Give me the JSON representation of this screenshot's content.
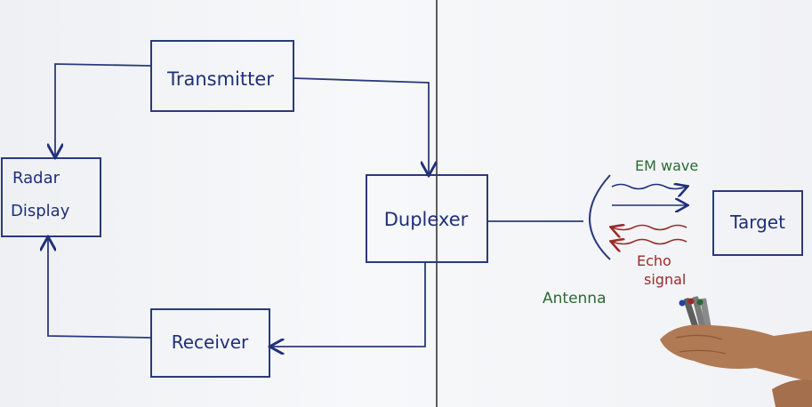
{
  "blocks": {
    "transmitter": "Transmitter",
    "radar_display_line1": "Radar",
    "radar_display_line2": "Display",
    "duplexer": "Duplexer",
    "receiver": "Receiver",
    "target": "Target"
  },
  "annotations": {
    "em_wave": "EM wave",
    "echo_line1": "Echo",
    "echo_line2": "signal",
    "antenna": "Antenna"
  },
  "colors": {
    "ink_blue": "#1f2f7a",
    "ink_green": "#2d6a35",
    "ink_red": "#9b2a2a",
    "board": "#f3f4f6"
  }
}
